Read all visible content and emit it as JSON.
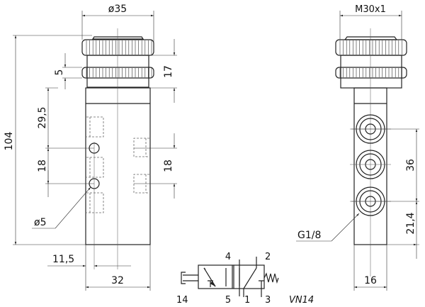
{
  "front_view": {
    "dimensions": {
      "diameter_cap": "ø35",
      "overall_height": "104",
      "ring_width": "5",
      "cap_height": "17",
      "top_to_port": "29,5",
      "port_spacing_left": "18",
      "port_spacing_right": "18",
      "mount_hole": "ø5",
      "hole_offset": "11,5",
      "body_width": "32"
    }
  },
  "side_view": {
    "dimensions": {
      "thread": "M30x1",
      "port_pitch": "36",
      "bottom_to_port": "21,4",
      "port_thread": "G1/8",
      "body_depth": "16"
    }
  },
  "symbol": {
    "ports": {
      "p14": "14",
      "p4": "4",
      "p2": "2",
      "p5": "5",
      "p1": "1",
      "p3": "3"
    },
    "model": "VN14"
  }
}
